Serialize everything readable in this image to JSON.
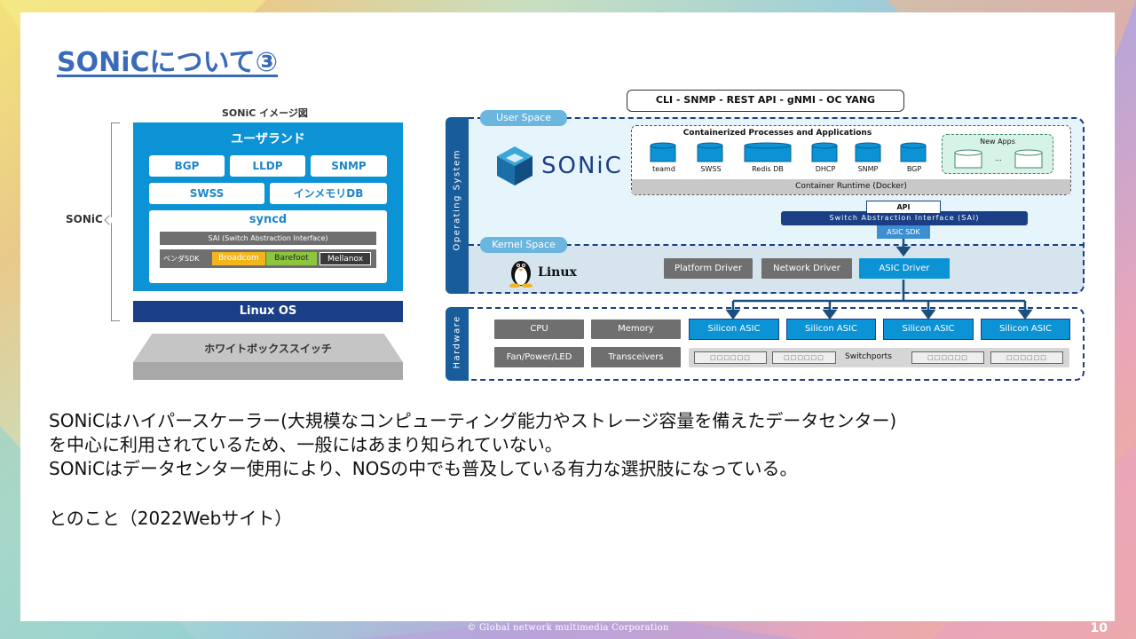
{
  "slide": {
    "title": "SONiCについて③",
    "footer": "© Global network multimedia Corporation",
    "page_number": "10",
    "body_lines": [
      "SONiCはハイパースケーラー(大規模なコンピューティング能力やストレージ容量を備えたデータセンター)",
      "を中心に利用されているため、一般にはあまり知られていない。",
      "SONiCはデータセンター使用により、NOSの中でも普及している有力な選択肢になっている。",
      "",
      "とのこと（2022Webサイト）"
    ]
  },
  "left_diagram": {
    "caption": "SONiC イメージ図",
    "side_label": "SONiC",
    "userland": "ユーザランド",
    "row1": [
      "BGP",
      "LLDP",
      "SNMP"
    ],
    "row2": [
      "SWSS",
      "インメモリDB"
    ],
    "syncd": "syncd",
    "sai": "SAI (Switch Abstraction Interface)",
    "vendor_label": "ベンダSDK",
    "vendors": [
      "Broadcom",
      "Barefoot",
      "Mellanox"
    ],
    "linux_os": "Linux OS",
    "whitebox": "ホワイトボックススイッチ",
    "colors": {
      "broadcom": "#f2b51d",
      "barefoot": "#8cc63f",
      "mellanox": "#3a3a3a"
    }
  },
  "right_diagram": {
    "api_bar": "CLI - SNMP - REST API - gNMI - OC YANG",
    "operating_system": "Operating System",
    "user_space": "User Space",
    "kernel_space": "Kernel Space",
    "hardware": "Hardware",
    "sonic_logo": "SONiC",
    "containers_title": "Containerized Processes and Applications",
    "containers": [
      "teamd",
      "SWSS",
      "Redis DB",
      "DHCP",
      "SNMP",
      "BGP"
    ],
    "new_apps": "New Apps",
    "new_apps_ellipsis": "...",
    "container_runtime": "Container Runtime (Docker)",
    "api": "API",
    "sai": "Switch Abstraction Interface (SAI)",
    "asic_sdk": "ASIC SDK",
    "linux": "Linux",
    "drivers": [
      "Platform Driver",
      "Network Driver",
      "ASIC Driver"
    ],
    "hw_gray_row1": [
      "CPU",
      "Memory"
    ],
    "hw_gray_row2": [
      "Fan/Power/LED",
      "Transceivers"
    ],
    "silicon": [
      "Silicon ASIC",
      "Silicon ASIC",
      "Silicon ASIC",
      "Silicon ASIC"
    ],
    "switchports": "Switchports",
    "port_glyph": "□□□□□□"
  }
}
